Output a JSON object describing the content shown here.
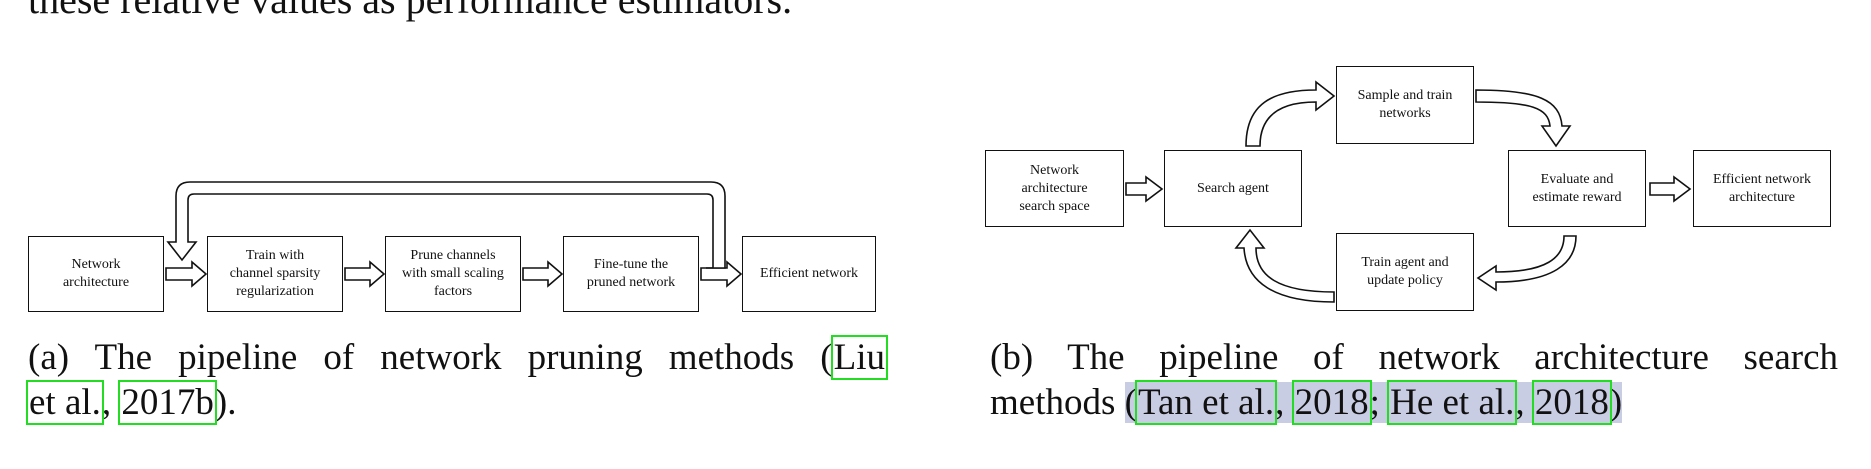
{
  "top_text": "these relative values as performance estimators.",
  "pruning": {
    "boxes": {
      "network_architecture": "Network\narchitecture",
      "train_sparsity": "Train with\nchannel sparsity\nregularization",
      "prune_channels": "Prune channels\nwith small scaling\nfactors",
      "fine_tune": "Fine-tune the\npruned network",
      "efficient_network": "Efficient network"
    },
    "caption": {
      "line1_text": "(a) The pipeline of network pruning methods (",
      "cite1": "Liu",
      "cite2": "et al.",
      "sep": ",",
      "cite3": "2017b",
      "end": ")."
    }
  },
  "nas": {
    "boxes": {
      "search_space": "Network\narchitecture\nsearch space",
      "search_agent": "Search agent",
      "sample_train": "Sample and train\nnetworks",
      "evaluate": "Evaluate and\nestimate reward",
      "train_agent": "Train agent and\nupdate policy",
      "efficient_arch": "Efficient network\narchitecture"
    },
    "caption": {
      "line1": "(b) The pipeline of network architecture search",
      "methods": "methods",
      "open": "(",
      "cite1": "Tan et al.",
      "sep1": ",",
      "cite2": "2018",
      "sep2": ";",
      "cite3": "He et al.",
      "sep3": ",",
      "cite4": "2018",
      "close": ")"
    }
  }
}
